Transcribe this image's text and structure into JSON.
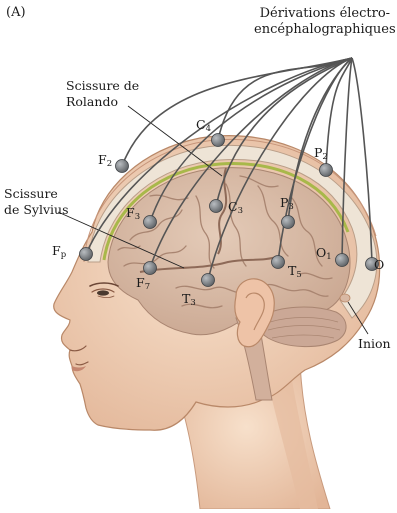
{
  "panel_label": "(A)",
  "title": {
    "line1": "Dérivations électro-",
    "line2": "encéphalographiques"
  },
  "annotations": {
    "rolando": {
      "line1": "Scissure de",
      "line2": "Rolando"
    },
    "sylvius": {
      "line1": "Scissure",
      "line2": "de Sylvius"
    },
    "inion": "Inion"
  },
  "electrodes": [
    {
      "id": "Fp",
      "letter": "F",
      "sub": "p"
    },
    {
      "id": "F2",
      "letter": "F",
      "sub": "2"
    },
    {
      "id": "F3",
      "letter": "F",
      "sub": "3"
    },
    {
      "id": "F7",
      "letter": "F",
      "sub": "7"
    },
    {
      "id": "C4",
      "letter": "C",
      "sub": "4"
    },
    {
      "id": "C3",
      "letter": "C",
      "sub": "3"
    },
    {
      "id": "T3",
      "letter": "T",
      "sub": "3"
    },
    {
      "id": "P2",
      "letter": "P",
      "sub": "2"
    },
    {
      "id": "P3",
      "letter": "P",
      "sub": "3"
    },
    {
      "id": "T5",
      "letter": "T",
      "sub": "5"
    },
    {
      "id": "O1",
      "letter": "O",
      "sub": "1"
    },
    {
      "id": "O",
      "letter": "O",
      "sub": ""
    }
  ],
  "colors": {
    "skin": "#f2d2b8",
    "skin_shadow": "#d9a98a",
    "brain": "#d6b8a3",
    "brain_fold": "#b58f7a",
    "skull": "#efe6d8",
    "meninges": "#a8b84a",
    "cerebellum": "#c9a995",
    "wire": "#555555",
    "electrode": "#7c8084"
  }
}
